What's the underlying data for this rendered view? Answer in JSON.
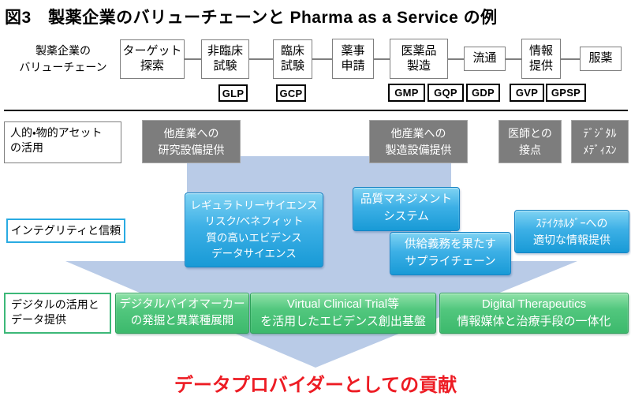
{
  "title": "図3　製薬企業のバリューチェーンと Pharma as a Service の例",
  "chain": {
    "label": "製薬企業の\nバリューチェーン",
    "stages": [
      {
        "name": "target-discovery",
        "label": "ターゲット\n探索"
      },
      {
        "name": "nonclinical-trial",
        "label": "非臨床\n試験"
      },
      {
        "name": "clinical-trial",
        "label": "臨床\n試験"
      },
      {
        "name": "regulatory-application",
        "label": "薬事\n申請"
      },
      {
        "name": "drug-manufacturing",
        "label": "医薬品\n製造"
      },
      {
        "name": "distribution",
        "label": "流通"
      },
      {
        "name": "information-provision",
        "label": "情報\n提供"
      },
      {
        "name": "medication",
        "label": "服薬"
      }
    ],
    "regulations": [
      {
        "label": "GLP"
      },
      {
        "label": "GCP"
      },
      {
        "label": "GMP"
      },
      {
        "label": "GQP"
      },
      {
        "label": "GDP"
      },
      {
        "label": "GVP"
      },
      {
        "label": "GPSP"
      }
    ]
  },
  "row_labels": {
    "assets": "人的・物的アセット\nの活用",
    "integrity": "インテグリティと信頼",
    "digital": "デジタルの活用と\nデータ提供"
  },
  "gray_boxes": [
    {
      "label": "他産業への\n研究設備提供"
    },
    {
      "label": "他産業への\n製造設備提供"
    },
    {
      "label": "医師との\n接点"
    },
    {
      "label": "ﾃﾞｼﾞﾀﾙ\nﾒﾃﾞｨｽﾝ"
    }
  ],
  "blue_boxes": [
    {
      "label": "レギュラトリーサイエンス\nリスク/ベネフィット\n質の高いエビデンス\nデータサイエンス"
    },
    {
      "label": "品質マネジメント\nシステム"
    },
    {
      "label": "供給義務を果たす\nサプライチェーン"
    },
    {
      "label": "ｽﾃｲｸﾎﾙﾀﾞｰへの\n適切な情報提供"
    }
  ],
  "green_boxes": [
    {
      "label": "デジタルバイオマーカー\nの発掘と異業種展開"
    },
    {
      "label": "Virtual Clinical Trial等\nを活用したエビデンス創出基盤"
    },
    {
      "label": "Digital Therapeutics\n情報媒体と治療手段の一体化"
    }
  ],
  "caption": "データプロバイダーとしての貢献",
  "colors": {
    "arrow": "#b9cbe7",
    "blue_box_border": "#1583c4",
    "green_box_border": "#2ea05b",
    "gray_box_fill": "#7d7d7d",
    "integrity_border": "#29abe2",
    "digital_border": "#3cb878",
    "caption_red": "#ed1c24"
  }
}
